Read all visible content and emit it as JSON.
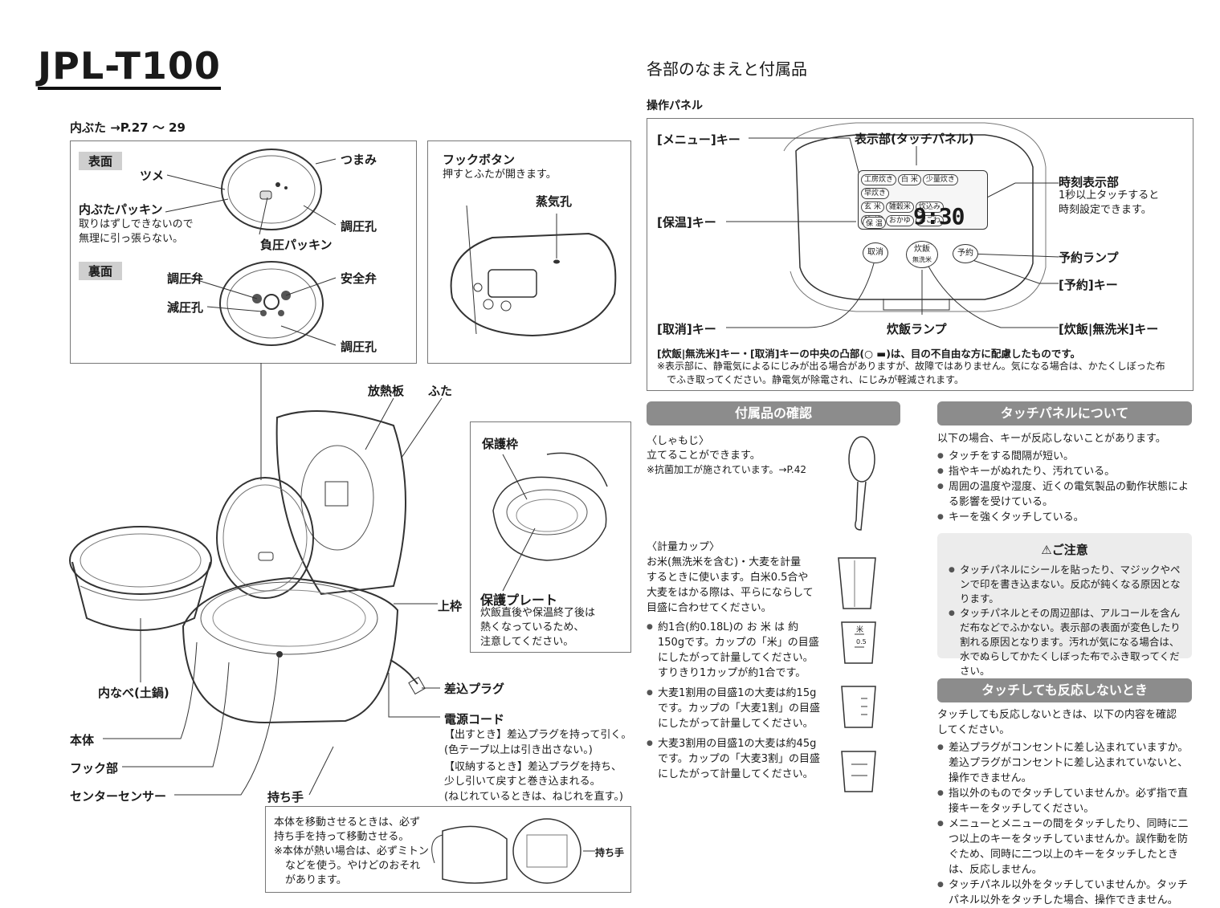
{
  "model": "JPL-T100",
  "section_title": "各部のなまえと付属品",
  "lid": {
    "heading": "内ぶた →P.27 ～ 29",
    "front_tag": "表面",
    "back_tag": "裏面",
    "labels": {
      "tsume": "ツメ",
      "tsumami": "つまみ",
      "packing": "内ぶたパッキン",
      "packing_note1": "取りはずしできないので",
      "packing_note2": "無理に引っ張らない。",
      "chouatsukou": "調圧孔",
      "fuatsu": "負圧パッキン",
      "chouatsuben": "調圧弁",
      "anzenben": "安全弁",
      "genatsukou": "減圧孔",
      "chouatsukou2": "調圧孔"
    }
  },
  "hook": {
    "title": "フックボタン",
    "note": "押すとふたが開きます。",
    "steam": "蒸気孔"
  },
  "main_parts": {
    "houneturban": "放熱板",
    "futa": "ふた",
    "uwawaku": "上枠",
    "uchinabe": "内なべ(土鍋)",
    "hontai": "本体",
    "fukku": "フック部",
    "center": "センターセンサー",
    "mochite": "持ち手",
    "plug": "差込プラグ",
    "cord": "電源コード",
    "cord_note1": "【出すとき】差込プラグを持って引く。",
    "cord_note2": "(色テープ以上は引き出さない。)",
    "cord_note3": "【収納するとき】差込プラグを持ち、",
    "cord_note4": "少し引いて戻すと巻き込まれる。",
    "cord_note5": "(ねじれているときは、ねじれを直す。)"
  },
  "protect": {
    "frame": "保護枠",
    "plate": "保護プレート",
    "plate_note1": "炊飯直後や保温終了後は",
    "plate_note2": "熱くなっているため、",
    "plate_note3": "注意してください。"
  },
  "carry": {
    "note1": "本体を移動させるときは、必ず",
    "note2": "持ち手を持って移動させる。",
    "note3": "※本体が熱い場合は、必ずミトン",
    "note4": "などを使う。やけどのおそれ",
    "note5": "があります。",
    "handle": "持ち手"
  },
  "panel": {
    "title": "操作パネル",
    "menu_key": "[メニュー]キー",
    "display": "表示部(タッチパネル)",
    "hold_key": "[保温]キー",
    "clock": "時刻表示部",
    "clock_note1": "1秒以上タッチすると",
    "clock_note2": "時刻設定できます。",
    "reserve_lamp": "予約ランプ",
    "reserve_key": "[予約]キー",
    "cancel_key": "[取消]キー",
    "cook_lamp": "炊飯ランプ",
    "cook_key": "[炊飯|無洗米]キー",
    "time_readout": "9:30",
    "menu_items": [
      "工房炊き",
      "白 米",
      "少量炊き",
      "早炊き",
      "玄 米",
      "雑穀米",
      "炊込み",
      "雑 穀",
      "おかゆ",
      "おこわ"
    ],
    "hold_chip": "保 温",
    "btn_cancel": "取消",
    "btn_cook": "炊飯",
    "btn_cook_sub": "無洗米",
    "btn_reserve": "予約",
    "note_main": "[炊飯|無洗米]キー・[取消]キーの中央の凸部(○ ▬)は、目の不自由な方に配慮したものです。",
    "note_sub1": "※表示部に、静電気によるにじみが出る場合がありますが、故障ではありません。気になる場合は、かたくしぼった布",
    "note_sub2": "でふき取ってください。静電気が除電され、にじみが軽減されます。"
  },
  "accessories": {
    "header": "付属品の確認",
    "shamoji_title": "〈しゃもじ〉",
    "shamoji_1": "立てることができます。",
    "shamoji_2": "※抗菌加工が施されています。→P.42",
    "cup_title": "〈計量カップ〉",
    "cup_1": "お米(無洗米を含む)・大麦を計量",
    "cup_2": "するときに使います。白米0.5合や",
    "cup_3": "大麦をはかる際は、平らにならして",
    "cup_4": "目盛に合わせてください。",
    "bullets": [
      "約1合(約0.18L)の お 米 は 約150gです。カップの「米」の目盛にしたがって計量してください。すりきり1カップが約1合です。",
      "大麦1割用の目盛1の大麦は約15gです。カップの「大麦1割」の目盛にしたがって計量してください。",
      "大麦3割用の目盛1の大麦は約45gです。カップの「大麦3割」の目盛にしたがって計量してください。"
    ],
    "cup_mark_rice": "米",
    "cup_mark_half": "0.5"
  },
  "touch": {
    "header": "タッチパネルについて",
    "intro": "以下の場合、キーが反応しないことがあります。",
    "items": [
      "タッチをする間隔が短い。",
      "指やキーがぬれたり、汚れている。",
      "周囲の温度や湿度、近くの電気製品の動作状態による影響を受けている。",
      "キーを強くタッチしている。"
    ],
    "caution_title": "⚠ご注意",
    "caution_items": [
      "タッチパネルにシールを貼ったり、マジックやペンで印を書き込まない。反応が鈍くなる原因となります。",
      "タッチパネルとその周辺部は、アルコールを含んだ布などでふかない。表示部の表面が変色したり割れる原因となります。汚れが気になる場合は、水でぬらしてかたくしぼった布でふき取ってください。"
    ]
  },
  "no_response": {
    "header": "タッチしても反応しないとき",
    "intro1": "タッチしても反応しないときは、以下の内容を確認",
    "intro2": "してください。",
    "items": [
      "差込プラグがコンセントに差し込まれていますか。差込プラグがコンセントに差し込まれていないと、操作できません。",
      "指以外のものでタッチしていませんか。必ず指で直接キーをタッチしてください。",
      "メニューとメニューの間をタッチしたり、同時に二つ以上のキーをタッチしていませんか。誤作動を防ぐため、同時に二つ以上のキーをタッチしたときは、反応しません。",
      "タッチパネル以外をタッチしていませんか。タッチパネル以外をタッチした場合、操作できません。"
    ]
  }
}
